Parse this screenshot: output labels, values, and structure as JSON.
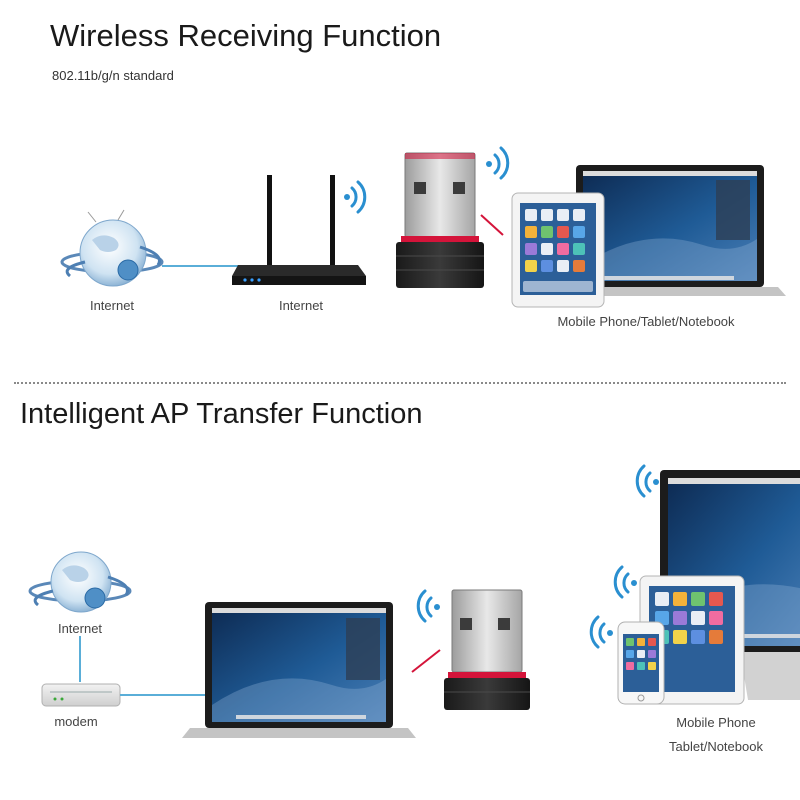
{
  "section1": {
    "title": "Wireless Receiving Function",
    "subtitle": "802.11b/g/n standard",
    "labels": {
      "globe": "Internet",
      "router": "Internet",
      "devices": "Mobile Phone/Tablet/Notebook"
    }
  },
  "section2": {
    "title": "Intelligent AP Transfer Function",
    "labels": {
      "globe": "Internet",
      "modem": "modem",
      "devices_line1": "Mobile Phone",
      "devices_line2": "Tablet/Notebook"
    }
  },
  "colors": {
    "link_line": "#5aaed8",
    "usb_accent": "#d4143a",
    "wifi_blue": "#2a8fd0",
    "screen_blue": "#1b4f86"
  }
}
